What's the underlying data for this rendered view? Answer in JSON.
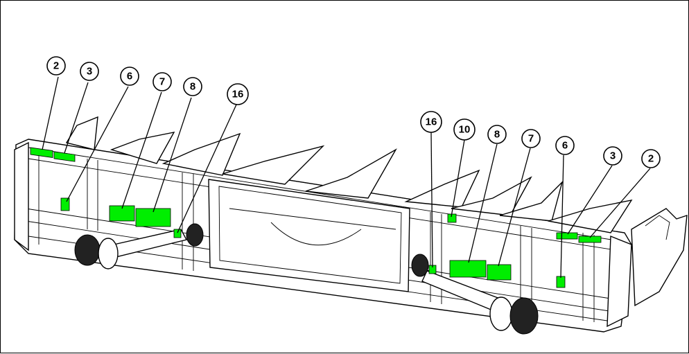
{
  "callouts_left": [
    "2",
    "3",
    "6",
    "7",
    "8",
    "16"
  ],
  "callouts_right": [
    "16",
    "10",
    "8",
    "7",
    "6",
    "3",
    "2"
  ],
  "colors": {
    "decal": "#00ee00",
    "line": "#000000",
    "background": "#ffffff"
  }
}
